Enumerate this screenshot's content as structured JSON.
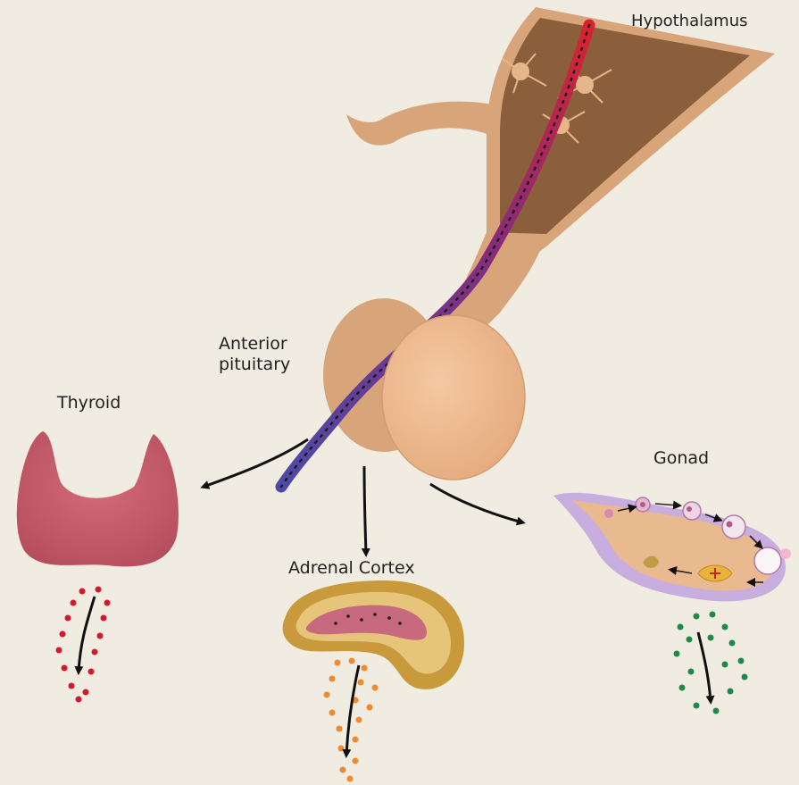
{
  "labels": {
    "hypothalamus": "Hypothalamus",
    "anterior_pituitary_line1": "Anterior",
    "anterior_pituitary_line2": "pituitary",
    "thyroid": "Thyroid",
    "gonad": "Gonad",
    "adrenal_cortex": "Adrenal Cortex"
  },
  "colors": {
    "background": "#f0ece2",
    "tissue": "#d8a47a",
    "tissue_dark": "#8b5e3c",
    "pituitary_lobe": "#efb891",
    "blood_vessel_top": "#d9232e",
    "blood_vessel_bottom": "#4c4aa8",
    "thyroid": "#c05866",
    "adrenal_outer": "#c99a3c",
    "adrenal_inner": "#c86a7e",
    "gonad": "#e9b98f",
    "gonad_capsule": "#b89ad4",
    "thyroid_hormone_dots": "#d21a2e",
    "adrenal_hormone_dots": "#f08a30",
    "gonad_hormone_dots": "#1e8a4a",
    "arrows": "#111111"
  }
}
